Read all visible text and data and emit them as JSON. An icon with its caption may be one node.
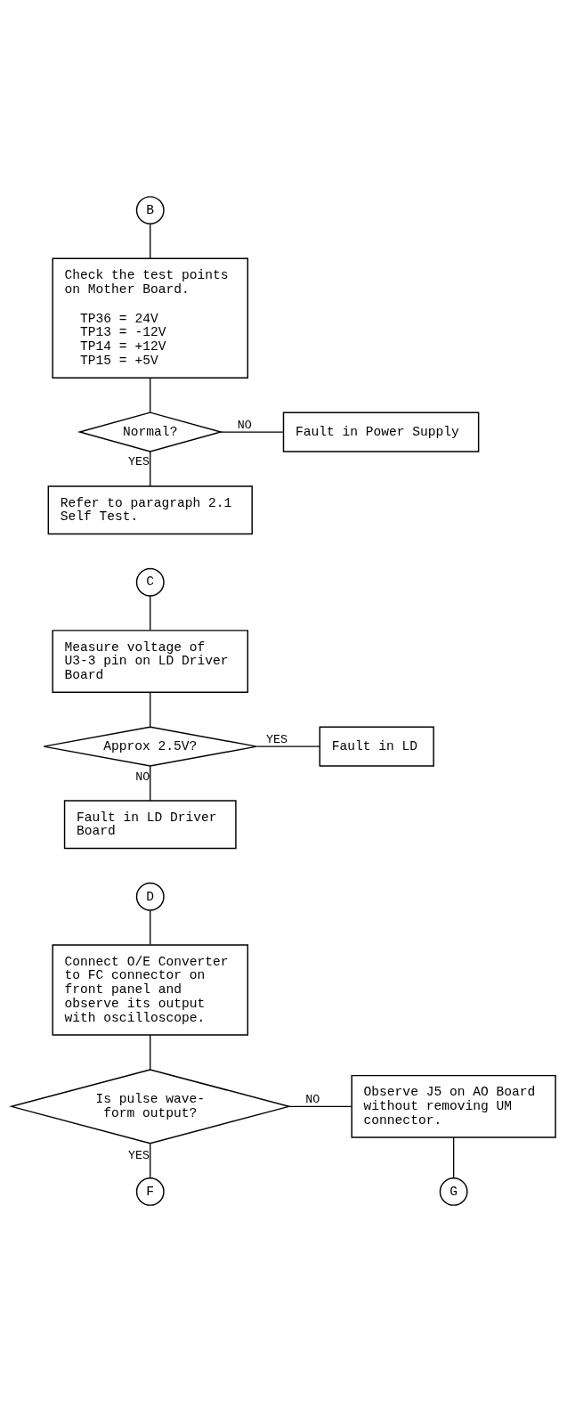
{
  "diagram": {
    "nodes": [
      {
        "text": [
          "B"
        ]
      },
      {
        "text": [
          "Check the test points on Mother Board.",
          "TP36 = 24V",
          "TP13 = -12V",
          "TP14 = +12V",
          "TP15 = +5V"
        ]
      },
      {
        "text": [
          "Normal?"
        ]
      },
      {
        "text": [
          "Fault in Power Supply"
        ]
      },
      {
        "text": [
          "Refer to paragraph 2.1 Self Test."
        ]
      },
      {
        "text": [
          "C"
        ]
      },
      {
        "text": [
          "Measure voltage of U3-3 pin on LD Driver Board"
        ]
      },
      {
        "text": [
          "Approx 2.5V?"
        ]
      },
      {
        "text": [
          "Fault in LD"
        ]
      },
      {
        "text": [
          "Fault in LD Driver Board"
        ]
      },
      {
        "text": [
          "D"
        ]
      },
      {
        "text": [
          "Connect O/E Converter to FC connector on front panel and observe its output with oscilloscope."
        ]
      },
      {
        "text": [
          "Is pulse wave-form output?"
        ]
      },
      {
        "text": [
          "Observe J5 on AO Board without removing UM connector."
        ]
      },
      {
        "text": [
          "F"
        ]
      },
      {
        "text": [
          "G"
        ]
      }
    ],
    "edges": [
      {
        "from": 0,
        "to": 1,
        "arrow": "none"
      },
      {
        "from": 1,
        "to": 2,
        "arrow": "none"
      },
      {
        "from": 2,
        "to": 3,
        "label": "NO",
        "arrow": "none"
      },
      {
        "from": 2,
        "to": 4,
        "label": "YES",
        "arrow": "none"
      },
      {
        "from": 5,
        "to": 6,
        "arrow": "none"
      },
      {
        "from": 6,
        "to": 7,
        "arrow": "none"
      },
      {
        "from": 7,
        "to": 8,
        "label": "YES",
        "arrow": "none"
      },
      {
        "from": 7,
        "to": 9,
        "label": "NO",
        "arrow": "none"
      },
      {
        "from": 10,
        "to": 11,
        "arrow": "none"
      },
      {
        "from": 11,
        "to": 12,
        "arrow": "none"
      },
      {
        "from": 12,
        "to": 13,
        "label": "NO",
        "arrow": "none"
      },
      {
        "from": 12,
        "to": 14,
        "label": "YES",
        "arrow": "none"
      },
      {
        "from": 13,
        "to": 15,
        "arrow": "none"
      }
    ]
  }
}
